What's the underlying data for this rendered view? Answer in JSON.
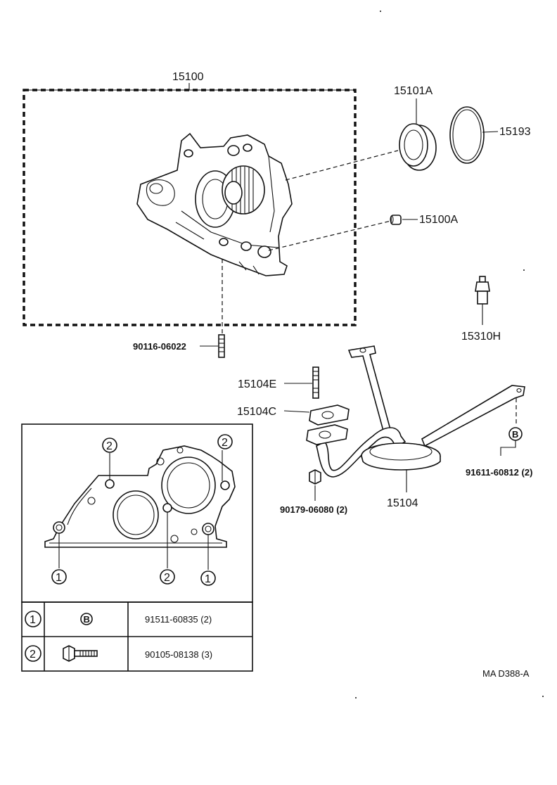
{
  "parts": {
    "pump_assembly": "15100",
    "oil_seal": "15101A",
    "o_ring": "15193",
    "pin": "15100A",
    "sensor": "15310H",
    "stud_pump": "90116-06022",
    "stud_strainer": "15104E",
    "gasket": "15104C",
    "strainer": "15104",
    "nut": "90179-06080 (2)",
    "bolt_b": "91611-60812 (2)"
  },
  "inset": {
    "callouts": {
      "one": "1",
      "two": "2"
    },
    "b_marker": "B",
    "rows": [
      {
        "index": "1",
        "symbol": "B",
        "part": "91511-60835 (2)"
      },
      {
        "index": "2",
        "symbol": "bolt-icon",
        "part": "90105-08138 (3)"
      }
    ]
  },
  "diagram_code": "MA D388-A"
}
